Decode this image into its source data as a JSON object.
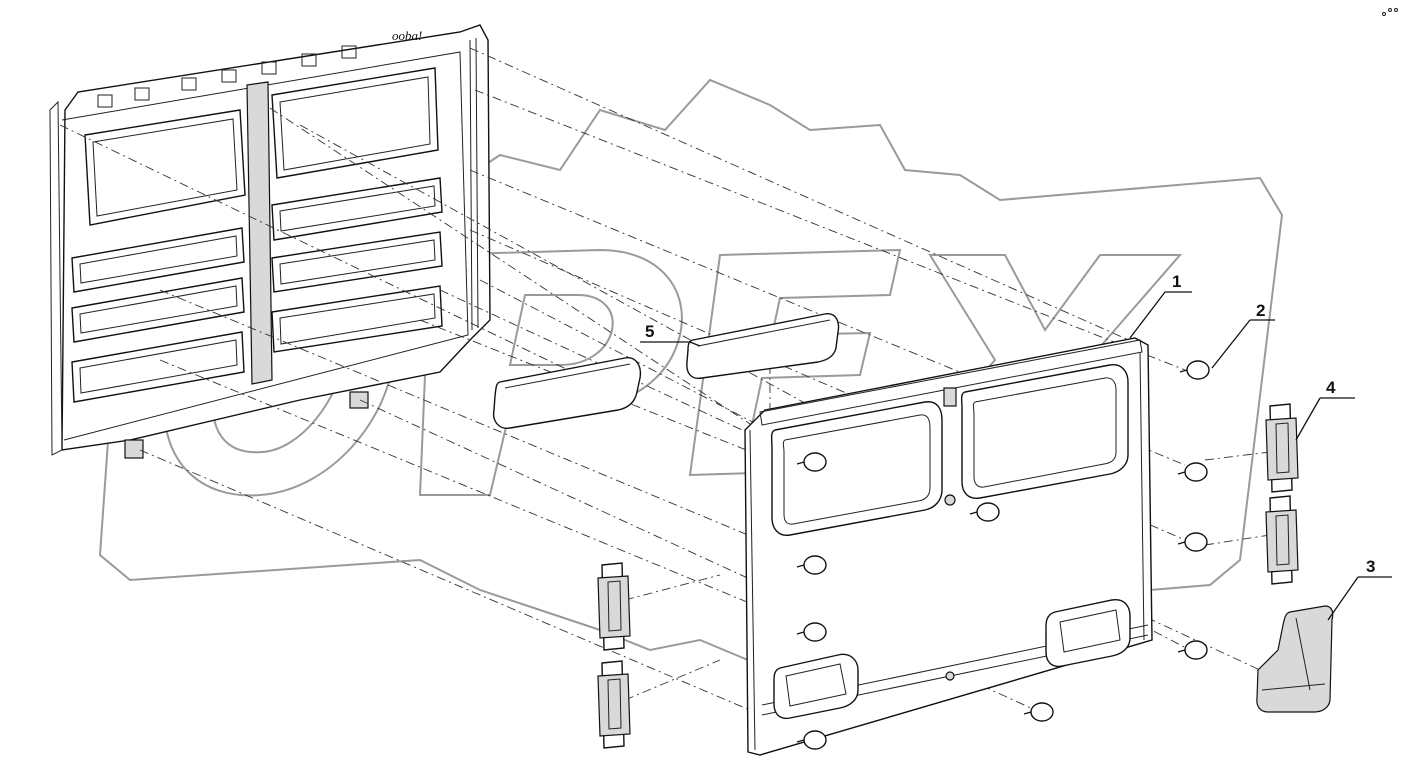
{
  "diagram": {
    "callouts": [
      {
        "id": "1",
        "label": "1"
      },
      {
        "id": "2",
        "label": "2"
      },
      {
        "id": "3",
        "label": "3"
      },
      {
        "id": "4",
        "label": "4"
      },
      {
        "id": "5",
        "label": "5"
      }
    ],
    "watermark_text": "OPEX",
    "cab_inscription": "ooba!",
    "colors": {
      "line": "#111111",
      "watermark": "#9a9a9a",
      "fill": "#d9d9d9"
    }
  }
}
